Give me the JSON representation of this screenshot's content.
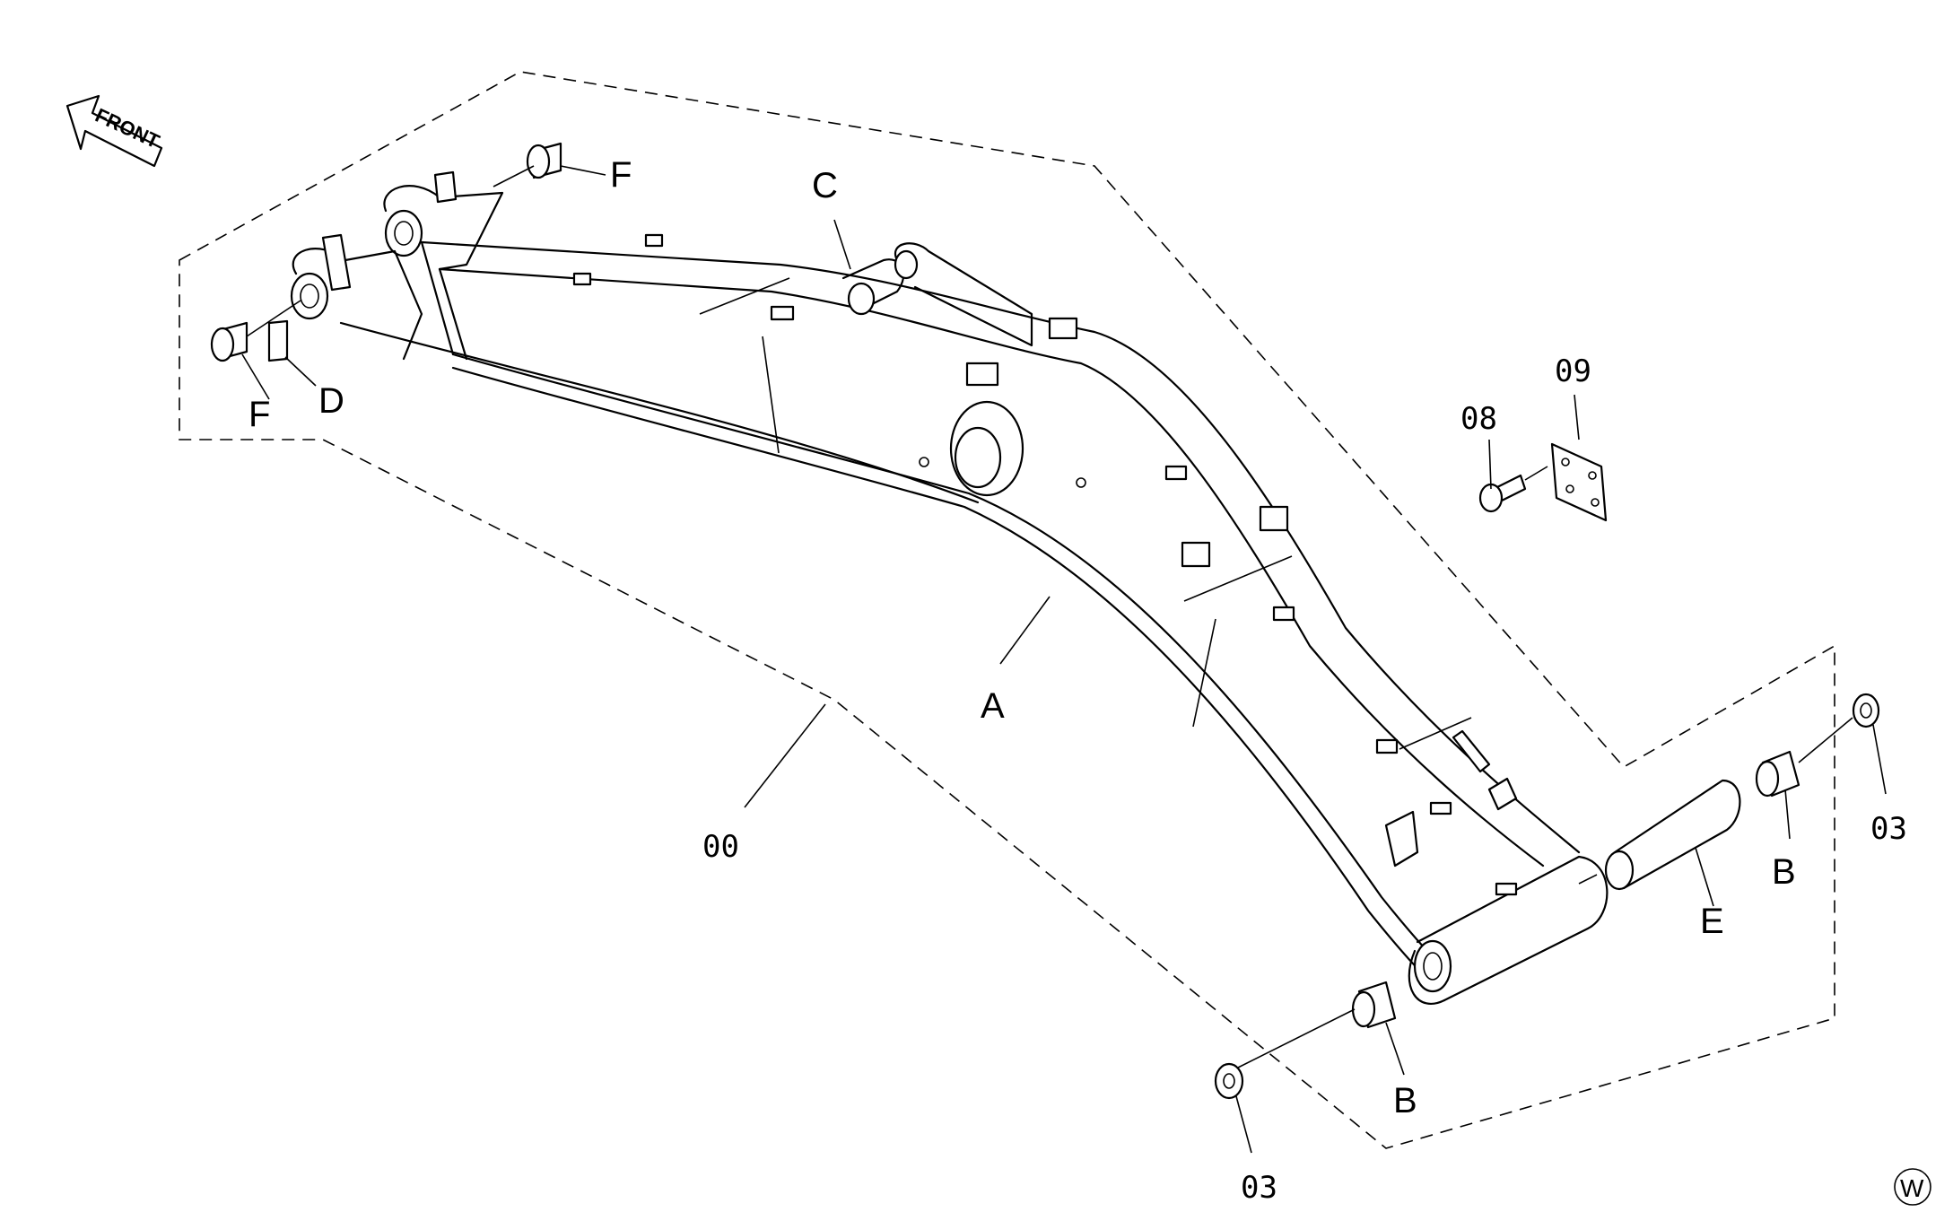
{
  "orientation": {
    "label": "FRONT"
  },
  "callouts": {
    "assembly": "00",
    "boom": "A",
    "bushing_b": "B",
    "bushing_c": "C",
    "shim_d": "D",
    "pin_e": "E",
    "bushing_f": "F",
    "washer_03": "03",
    "bolt_08": "08",
    "plate_09": "09"
  },
  "corner_mark": "W"
}
